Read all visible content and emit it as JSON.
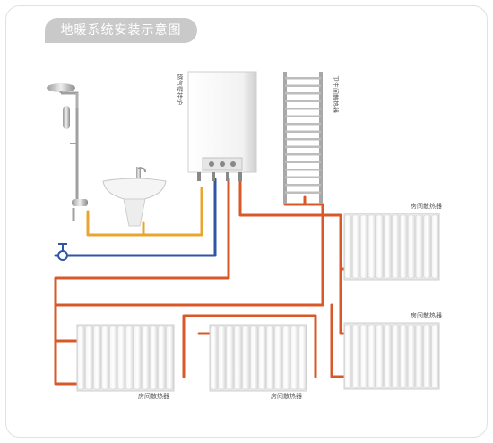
{
  "title": "地暖系统安装示意图",
  "labels": {
    "boiler": "燃气壁挂炉",
    "towel_radiator": "卫生间散热器",
    "radiator_right_top": "房间散热器",
    "radiator_right_bottom": "房间散热器",
    "radiator_left": "房间散热器",
    "radiator_middle": "房间散热器"
  },
  "colors": {
    "hot_pipe": "#d9582a",
    "cold_pipe": "#2f56a6",
    "yellow_pipe": "#e8a631",
    "title_bg": "#c9c9c9"
  },
  "icons": [
    "shower-icon",
    "sink-icon",
    "boiler-icon",
    "towel-radiator-icon",
    "radiator-icon",
    "valve-icon"
  ]
}
